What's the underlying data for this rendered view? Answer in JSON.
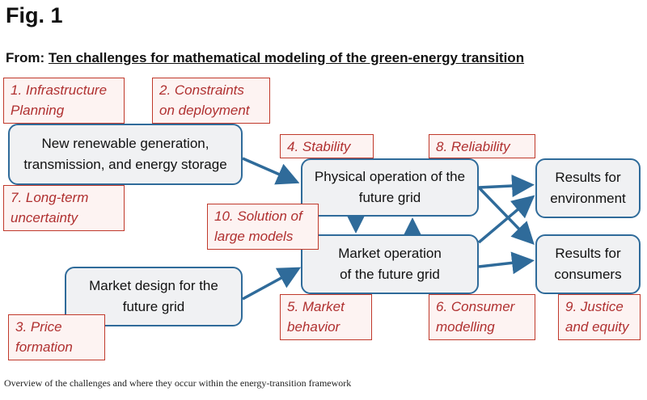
{
  "figure": {
    "label": "Fig. 1",
    "from_prefix": "From: ",
    "from_title": "Ten challenges for mathematical modeling of the green-energy transition",
    "caption": "Overview of the challenges and where they occur within the energy-transition framework"
  },
  "nodes": {
    "renewable": [
      "New renewable generation,",
      "transmission, and energy storage"
    ],
    "market_design": [
      "Market design for the",
      "future grid"
    ],
    "physical": [
      "Physical operation of the",
      "future grid"
    ],
    "market_op": [
      "Market operation",
      "of the future grid"
    ],
    "env": [
      "Results for",
      "environment"
    ],
    "consumers": [
      "Results for",
      "consumers"
    ]
  },
  "challenges": {
    "c1": [
      "1. Infrastructure",
      "Planning"
    ],
    "c2": [
      "2. Constraints",
      "on deployment"
    ],
    "c3": [
      "3. Price",
      "formation"
    ],
    "c4": [
      "4. Stability"
    ],
    "c5": [
      "5. Market",
      "behavior"
    ],
    "c6": [
      "6. Consumer",
      "modelling"
    ],
    "c7": [
      "7. Long-term",
      "uncertainty"
    ],
    "c8": [
      "8. Reliability"
    ],
    "c9": [
      "9. Justice",
      "and equity"
    ],
    "c10": [
      "10. Solution of",
      "large models"
    ]
  },
  "colors": {
    "node_border": "#2f6b9a",
    "arrow": "#2f6b9a",
    "challenge_border": "#c0392b",
    "challenge_text": "#b03030"
  }
}
